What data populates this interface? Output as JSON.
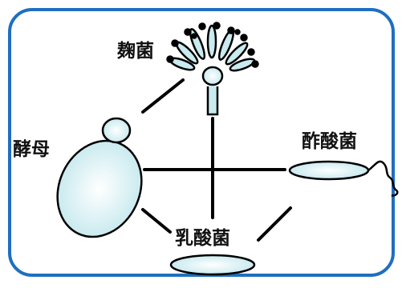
{
  "labels": {
    "koji": "麹菌",
    "kobo": "酵母",
    "sakusan": "酢酸菌",
    "nyusan": "乳酸菌"
  },
  "colors": {
    "frame": "#1e6fc0",
    "cell_fill": "#c9ebef",
    "cell_highlight": "#ffffff",
    "line": "#000000"
  },
  "icons": {
    "koji": "mold-icon",
    "kobo": "yeast-icon",
    "sakusan": "acetobacter-icon",
    "nyusan": "lactobacillus-icon"
  }
}
